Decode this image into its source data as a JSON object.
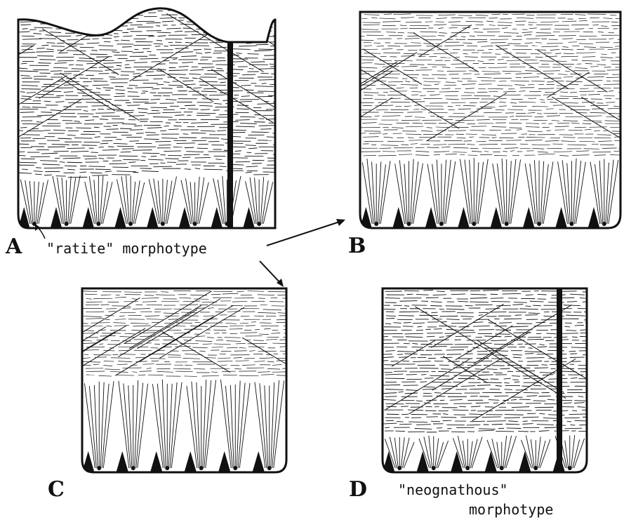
{
  "labels": {
    "a": "A",
    "b": "B",
    "c": "C",
    "d": "D"
  },
  "captions": {
    "ratite": "\"ratite\" morphotype",
    "neognathous_line1": "\"neognathous\"",
    "neognathous_line2": "morphotype"
  },
  "colors": {
    "ink": "#111111",
    "paper": "#ffffff"
  }
}
